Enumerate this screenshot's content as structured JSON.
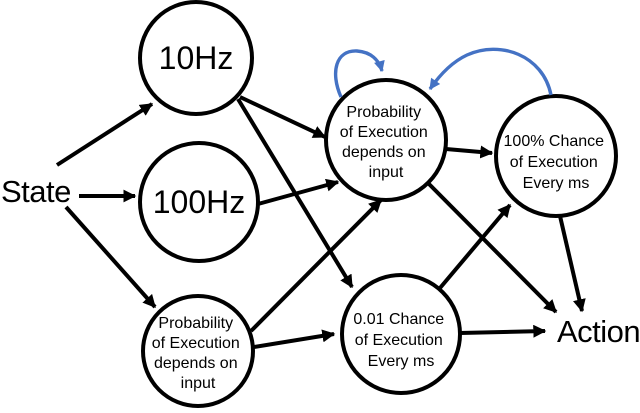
{
  "diagram": {
    "io_labels": {
      "input": "State",
      "output": "Action"
    },
    "nodes": {
      "hz10": {
        "label": "10Hz"
      },
      "hz100": {
        "label": "100Hz"
      },
      "prob_input_lower": {
        "lines": [
          "Probability",
          "of Execution",
          "depends on",
          "input"
        ]
      },
      "prob_exec_mid": {
        "lines": [
          "Probability",
          "of Execution",
          "depends on",
          "input"
        ]
      },
      "chance_001": {
        "lines": [
          "0.01 Chance",
          "of Execution",
          "Every ms"
        ]
      },
      "chance_100": {
        "lines": [
          "100% Chance",
          "of Execution",
          "Every ms"
        ]
      }
    },
    "colors": {
      "feedforward": "#000000",
      "recurrent": "#4472c4",
      "node_fill": "#ffffff",
      "node_stroke": "#000000"
    },
    "edges": [
      {
        "id": "state-hz10",
        "from": "state",
        "to": "hz10",
        "style": "feedforward"
      },
      {
        "id": "state-hz100",
        "from": "state",
        "to": "hz100",
        "style": "feedforward"
      },
      {
        "id": "state-problower",
        "from": "state",
        "to": "prob_input_lower",
        "style": "feedforward"
      },
      {
        "id": "hz10-probmid",
        "from": "hz10",
        "to": "prob_exec_mid",
        "style": "feedforward"
      },
      {
        "id": "hz10-chance001",
        "from": "hz10",
        "to": "chance_001",
        "style": "feedforward"
      },
      {
        "id": "hz100-probmid",
        "from": "hz100",
        "to": "prob_exec_mid",
        "style": "feedforward"
      },
      {
        "id": "problower-probmid",
        "from": "prob_input_lower",
        "to": "prob_exec_mid",
        "style": "feedforward"
      },
      {
        "id": "problower-chance001",
        "from": "prob_input_lower",
        "to": "chance_001",
        "style": "feedforward"
      },
      {
        "id": "probmid-chance100",
        "from": "prob_exec_mid",
        "to": "chance_100",
        "style": "feedforward"
      },
      {
        "id": "probmid-action",
        "from": "prob_exec_mid",
        "to": "action",
        "style": "feedforward"
      },
      {
        "id": "chance001-chance100",
        "from": "chance_001",
        "to": "chance_100",
        "style": "feedforward"
      },
      {
        "id": "chance001-action",
        "from": "chance_001",
        "to": "action",
        "style": "feedforward"
      },
      {
        "id": "chance100-action",
        "from": "chance_100",
        "to": "action",
        "style": "feedforward"
      },
      {
        "id": "probmid-selfloop",
        "from": "prob_exec_mid",
        "to": "prob_exec_mid",
        "style": "recurrent"
      },
      {
        "id": "chance100-probmid",
        "from": "chance_100",
        "to": "prob_exec_mid",
        "style": "recurrent"
      }
    ]
  }
}
